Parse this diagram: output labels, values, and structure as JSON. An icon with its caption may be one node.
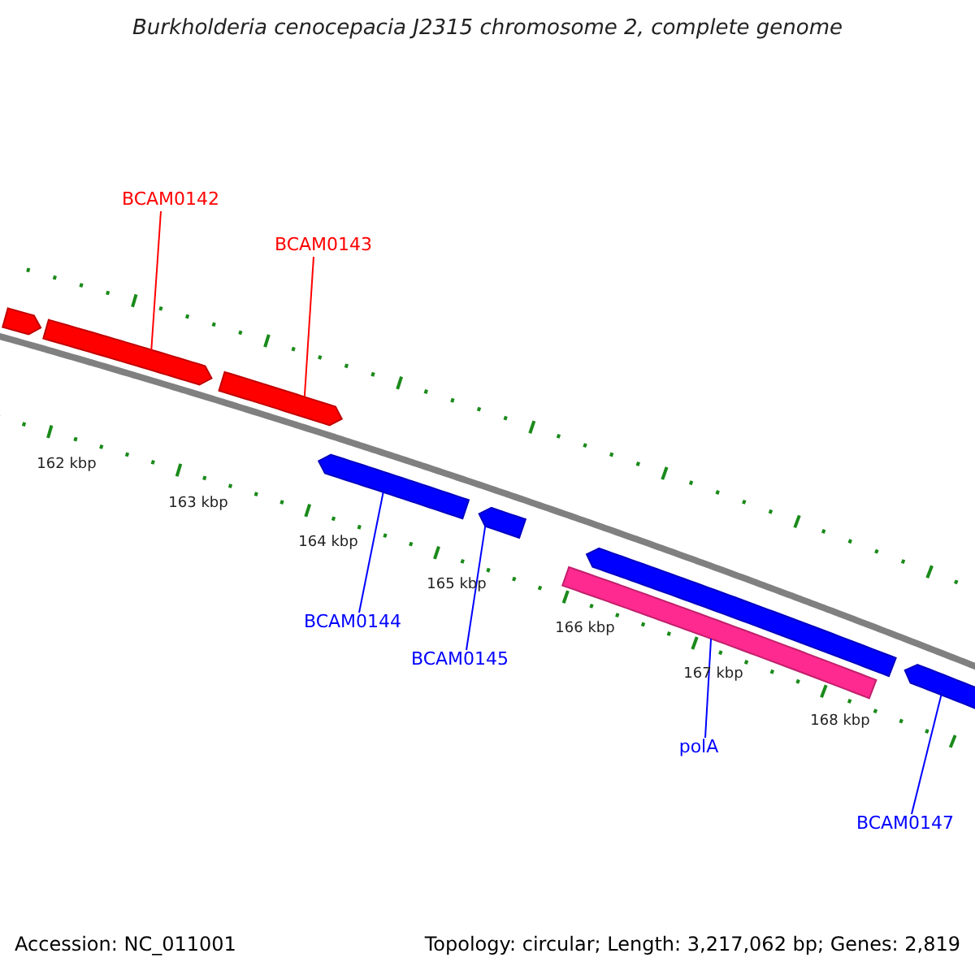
{
  "diagram": {
    "title": "Burkholderia cenocepacia J2315 chromosome 2, complete genome",
    "nodes": [
      {
        "text": [
          "BCAM0142"
        ]
      },
      {
        "text": [],
        "shape": "bar"
      },
      {
        "text": [
          "BCAM0143"
        ]
      },
      {
        "text": [],
        "shape": "bar"
      },
      {
        "text": [
          "BCAM0144"
        ]
      },
      {
        "text": [],
        "shape": "bar"
      },
      {
        "text": [
          "BCAM0145"
        ]
      },
      {
        "text": [],
        "shape": "bar"
      },
      {
        "text": [
          "polA"
        ]
      },
      {
        "text": [],
        "shape": "bar"
      },
      {
        "text": [
          "BCAM0147"
        ]
      },
      {
        "text": [],
        "shape": "bar"
      },
      {
        "text": [],
        "shape": "bar"
      },
      {
        "text": [],
        "shape": "bar"
      }
    ],
    "edges": [
      {
        "from": 0,
        "to": 1,
        "arrow": "none",
        "color": "#ff0000"
      },
      {
        "from": 2,
        "to": 3,
        "arrow": "none",
        "color": "#ff0000"
      },
      {
        "from": 4,
        "to": 5,
        "arrow": "none"
      },
      {
        "from": 6,
        "to": 7,
        "arrow": "none"
      },
      {
        "from": 8,
        "to": 9,
        "arrow": "none"
      },
      {
        "from": 10,
        "to": 11,
        "arrow": "none"
      }
    ],
    "labels": [
      "162 kbp",
      "163 kbp",
      "164 kbp",
      "165 kbp",
      "166 kbp",
      "167 kbp",
      "168 kbp",
      "Accession: NC_011001",
      "Topology: circular; Length: 3,217,062 bp; Genes: 2,819"
    ]
  }
}
